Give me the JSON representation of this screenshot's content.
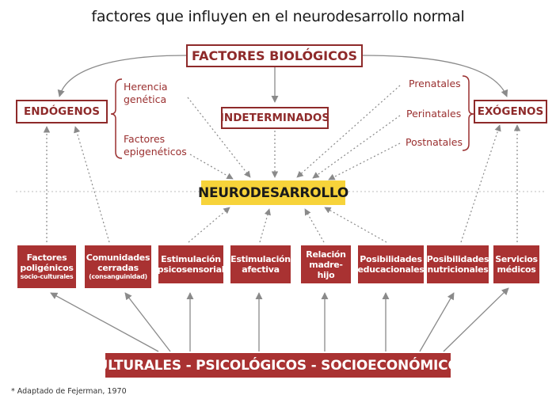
{
  "title": "factores que  influyen en el neurodesarrollo normal",
  "top_node": "FACTORES BIOLÓGICOS",
  "left_node": "ENDÓGENOS",
  "middle_node": "INDETERMINADOS",
  "right_node": "EXÓGENOS",
  "left_group": [
    {
      "line1": "Herencia",
      "line2": "genética"
    },
    {
      "line1": "Factores",
      "line2": "epigenéticos"
    }
  ],
  "right_group": [
    "Prenatales",
    "Perinatales",
    "Postnatales"
  ],
  "center_node": "NEURODESARROLLO",
  "factors": [
    {
      "line1": "Factores",
      "line2": "poligénicos",
      "small": "socio-culturales"
    },
    {
      "line1": "Comunidades",
      "line2": "cerradas",
      "small": "(consanguinidad)"
    },
    {
      "line1": "Estimulación",
      "line2": "psicosensorial",
      "small": ""
    },
    {
      "line1": "Estimulación",
      "line2": "afectiva",
      "small": ""
    },
    {
      "line1": "Relación",
      "line2": "madre-hijo",
      "small": ""
    },
    {
      "line1": "Posibilidades",
      "line2": "educacionales",
      "small": ""
    },
    {
      "line1": "Posibilidades",
      "line2": "nutricionales",
      "small": ""
    },
    {
      "line1": "Servicios",
      "line2": "médicos",
      "small": ""
    }
  ],
  "bottom_node": "CULTURALES - PSICOLÓGICOS - SOCIOECONÓMICOS",
  "footnote": "* Adaptado de Fejerman, 1970",
  "colors": {
    "dark_red": "#8e2a2a",
    "box_red": "#a93232",
    "highlight_yellow": "#f7d33a",
    "arrow_gray": "#8a8a8a"
  }
}
